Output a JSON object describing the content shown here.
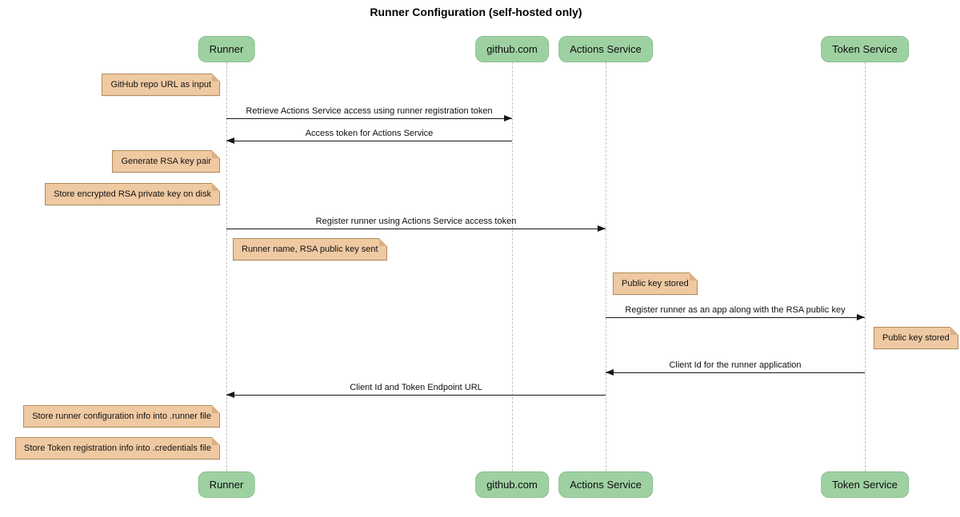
{
  "title": "Runner Configuration (self-hosted only)",
  "diagram_type": "sequence",
  "colors": {
    "participant_fill": "#9ED1A2",
    "participant_border": "#8ABF8E",
    "note_fill": "#EFC9A2",
    "note_border": "#B08C5D",
    "lifeline": "#C4C4C4",
    "arrow": "#161616",
    "background": "#FFFFFF"
  },
  "participants": [
    {
      "label": "Runner"
    },
    {
      "label": "github.com"
    },
    {
      "label": "Actions Service"
    },
    {
      "label": "Token Service"
    }
  ],
  "messages": [
    {
      "from": "Runner",
      "to": "github.com",
      "label": "Retrieve Actions Service access using runner registration token"
    },
    {
      "from": "github.com",
      "to": "Runner",
      "label": "Access token for Actions Service"
    },
    {
      "from": "Runner",
      "to": "Actions Service",
      "label": "Register runner using Actions Service access token"
    },
    {
      "from": "Actions Service",
      "to": "Token Service",
      "label": "Register runner as an app along with the RSA public key"
    },
    {
      "from": "Token Service",
      "to": "Actions Service",
      "label": "Client Id for the runner application"
    },
    {
      "from": "Actions Service",
      "to": "Runner",
      "label": "Client Id and Token Endpoint URL"
    }
  ],
  "notes": [
    {
      "of": "Runner",
      "side": "left",
      "text": "GitHub repo URL as input"
    },
    {
      "of": "Runner",
      "side": "left",
      "text": "Generate RSA key pair"
    },
    {
      "of": "Runner",
      "side": "left",
      "text": "Store encrypted RSA private key on disk"
    },
    {
      "of": "Runner",
      "side": "right",
      "text": "Runner name, RSA public key sent"
    },
    {
      "of": "Actions Service",
      "side": "right",
      "text": "Public key stored"
    },
    {
      "of": "Token Service",
      "side": "right",
      "text": "Public key stored"
    },
    {
      "of": "Runner",
      "side": "left",
      "text": "Store runner configuration info into .runner file"
    },
    {
      "of": "Runner",
      "side": "left",
      "text": "Store Token registration info into .credentials file"
    }
  ]
}
